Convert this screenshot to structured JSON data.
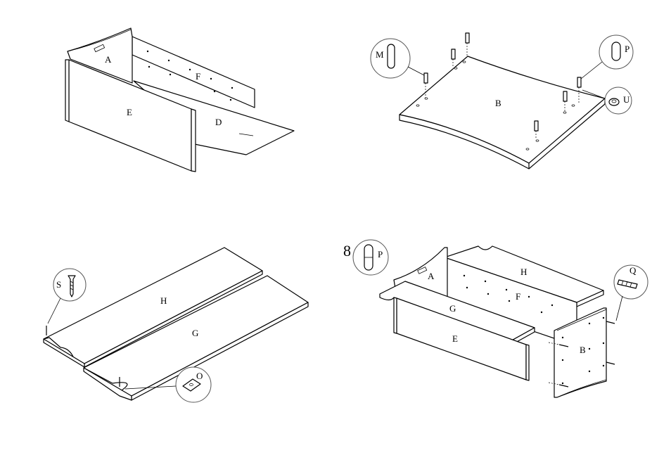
{
  "step1": {
    "labels": [
      "A",
      "F",
      "E",
      "D"
    ]
  },
  "step2": {
    "labels": [
      "B",
      "M",
      "P",
      "U"
    ]
  },
  "step3": {
    "labels": [
      "H",
      "G",
      "S",
      "O"
    ]
  },
  "step4": {
    "step_number": "8",
    "labels": [
      "A",
      "H",
      "F",
      "G",
      "E",
      "B",
      "P",
      "Q"
    ]
  }
}
